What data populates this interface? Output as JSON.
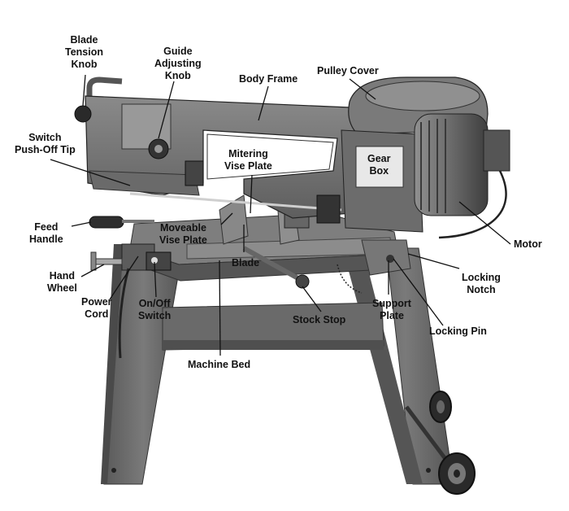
{
  "labels": {
    "blade_tension_knob": [
      "Blade",
      "Tension",
      "Knob"
    ],
    "guide_adjusting_knob": [
      "Guide",
      "Adjusting",
      "Knob"
    ],
    "body_frame": [
      "Body Frame"
    ],
    "pulley_cover": [
      "Pulley Cover"
    ],
    "switch_push_off_tip": [
      "Switch",
      "Push-Off Tip"
    ],
    "mitering_vise_plate": [
      "Mitering",
      "Vise Plate"
    ],
    "gear_box": [
      "Gear",
      "Box"
    ],
    "feed_handle": [
      "Feed",
      "Handle"
    ],
    "moveable_vise_plate": [
      "Moveable",
      "Vise Plate"
    ],
    "motor": [
      "Motor"
    ],
    "blade": [
      "Blade"
    ],
    "hand_wheel": [
      "Hand",
      "Wheel"
    ],
    "locking_notch": [
      "Locking",
      "Notch"
    ],
    "power_cord": [
      "Power",
      "Cord"
    ],
    "on_off_switch": [
      "On/Off",
      "Switch"
    ],
    "stock_stop": [
      "Stock Stop"
    ],
    "support_plate": [
      "Support",
      "Plate"
    ],
    "locking_pin": [
      "Locking Pin"
    ],
    "machine_bed": [
      "Machine Bed"
    ]
  },
  "colors": {
    "machine_body": "#6f6f6f",
    "machine_dark": "#3c3c3c",
    "machine_light": "#9a9a9a",
    "leader_line": "#111111",
    "label_text": "#111111"
  }
}
